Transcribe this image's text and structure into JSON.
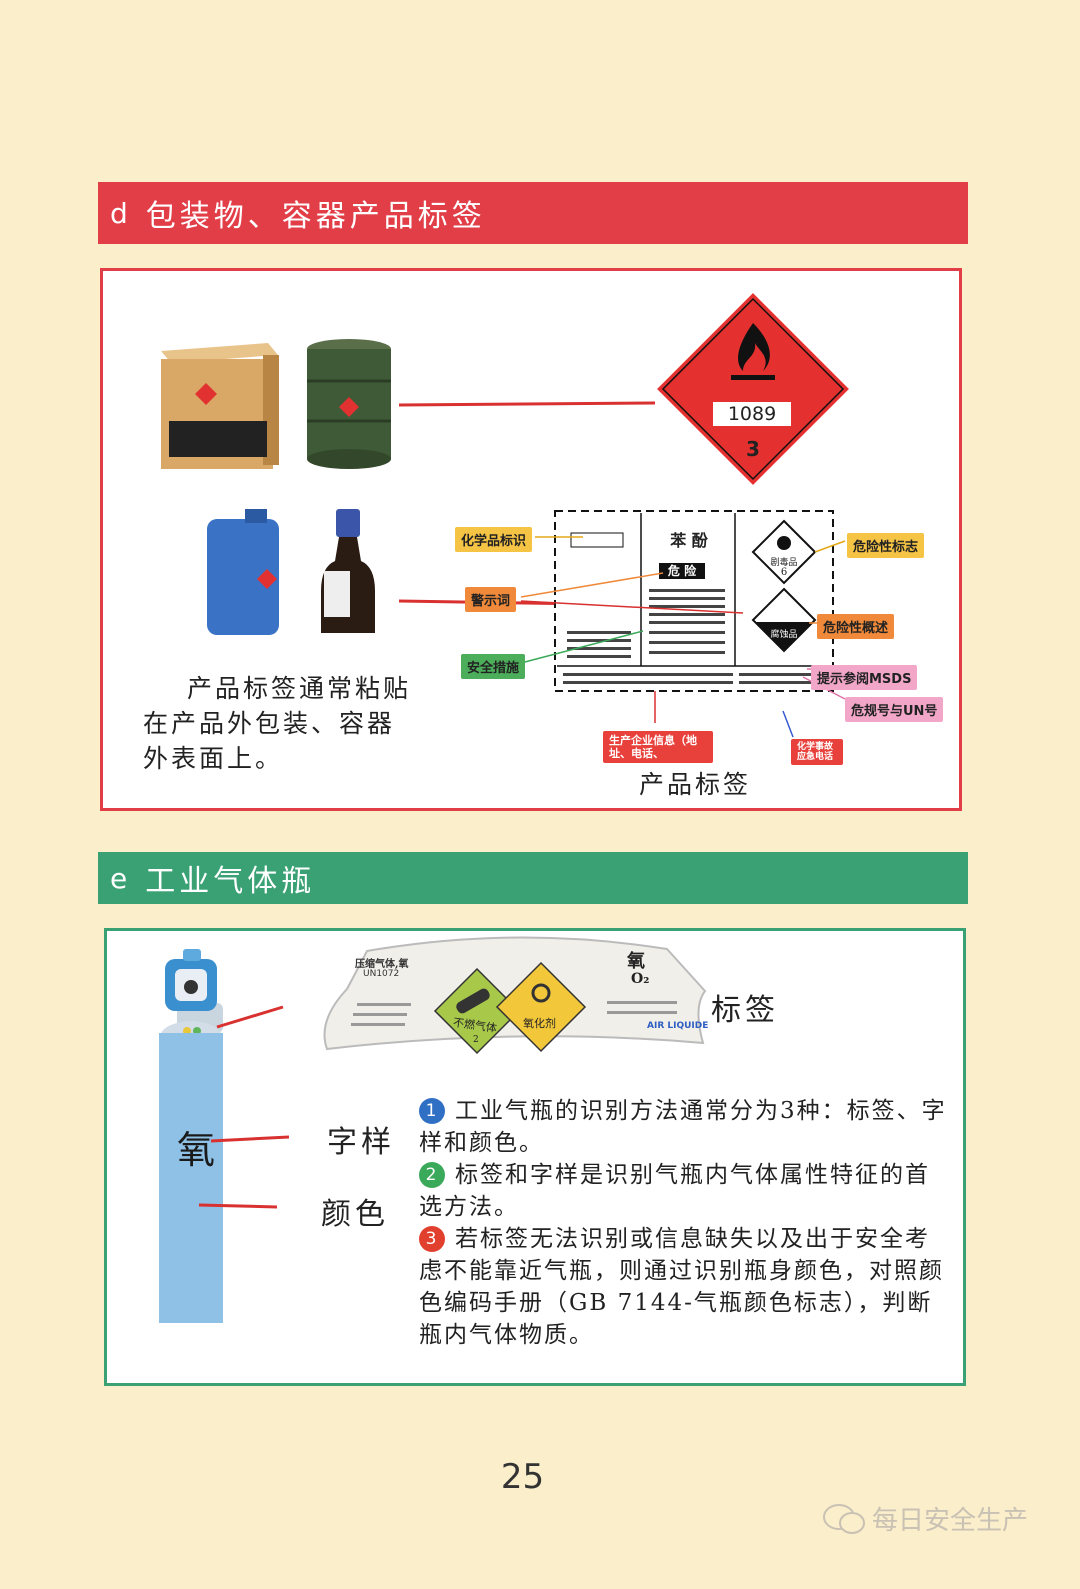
{
  "section_d": {
    "letter": "d",
    "title": "包装物、容器产品标签",
    "diamond_un": "1089",
    "diamond_class": "3",
    "caption": [
      "产品标签通常粘贴",
      "在产品外包装、容器",
      "外表面上。"
    ],
    "label_caption": "产品标签",
    "callouts": {
      "chem_id": "化学品标识",
      "signal_word": "警示词",
      "safety": "安全措施",
      "hazard_symbol": "危险性标志",
      "hazard_overview": "危险性概述",
      "msds": "提示参阅MSDS",
      "un_number": "危规号与UN号",
      "producer": "生产企业信息（地址、电话、",
      "emergency": "化学事故应急电话"
    },
    "label_sample": {
      "name": "苯 酚",
      "signal": "危 险",
      "toxic": "剧毒品",
      "toxic_num": "6",
      "corrosive": "腐蚀品"
    }
  },
  "section_e": {
    "letter": "e",
    "title": "工业气体瓶",
    "cylinder_char": "氧",
    "label_word": "标签",
    "marking_word": "字样",
    "color_word": "颜色",
    "strip_texts": {
      "left_top": "压缩气体,氧",
      "left_code": "UN1072",
      "diamond1": "不燃气体",
      "diamond1_num": "2",
      "diamond2": "氧化剂",
      "right_big": "氧",
      "right_formula": "O₂",
      "brand": "AIR LIQUIDE"
    },
    "items": [
      {
        "n": "1",
        "color": "#2f6fc4",
        "text": "工业气瓶的识别方法通常分为3种：标签、字样和颜色。"
      },
      {
        "n": "2",
        "color": "#3aa95a",
        "text": "标签和字样是识别气瓶内气体属性特征的首选方法。"
      },
      {
        "n": "3",
        "color": "#e2402e",
        "text": "若标签无法识别或信息缺失以及出于安全考虑不能靠近气瓶，则通过识别瓶身颜色，对照颜色编码手册（GB 7144-气瓶颜色标志），判断瓶内气体物质。"
      }
    ]
  },
  "page_number": "25",
  "watermark": "每日安全生产",
  "colors": {
    "red_bar": "#e23e48",
    "green_bar": "#3aa174",
    "background": "#faeecb",
    "cylinder": "#8fc0e6"
  }
}
